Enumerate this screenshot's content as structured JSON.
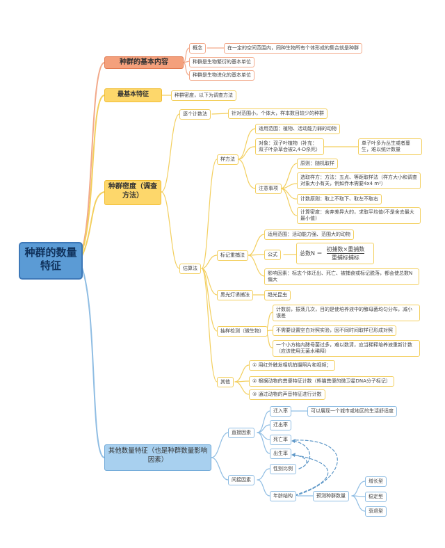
{
  "root": "种群的数量特征",
  "basic": {
    "title": "种群的基本内容",
    "concept_label": "概念",
    "concept_text": "在一定的空间范围内，同种生物所有个体形成的集合就是种群",
    "item2": "种群是生物繁衍的基本单位",
    "item3": "种群是生物进化的基本单位"
  },
  "feature": {
    "title": "最基本特征",
    "text": "种群密度，以下为调查方法"
  },
  "density": {
    "title": "种群密度（调查方法）",
    "count": {
      "label": "逐个计数法",
      "text": "针对范围小，个体大，样本数目较少的种群"
    },
    "estimate": {
      "label": "估算法",
      "quadrat": {
        "label": "样方法",
        "scope": "适用范围：植物、活动能力弱的动物",
        "object": "对象：双子叶植物（补充：双子叶杂草会被2,4-D杀死）",
        "object_note": "单子叶多为丛生或者蔓生，难以统计数量",
        "notes_label": "注意事项",
        "notes": [
          "原则：随机取样",
          "选取样方：方法：五点、等距取样法（样方大小和调查对象大小有关，例如乔木需要4x4 m²）",
          "计数原则：取上不取下、取左不取右",
          "计算密度：舍弃差异大的，求取平均值(不是舍去最大最小值)"
        ]
      },
      "mark": {
        "label": "标记重捕法",
        "scope": "适用范围：活动能力强、范围大的动物",
        "formula_label": "公式",
        "formula_lhs": "总数N ＝",
        "formula_num": "初捕数×重捕数",
        "formula_den": "重捕标捕标",
        "factor": "影响因素：标志个体迁出、死亡、被捕食或标记脱落，都会使总数N偏大"
      },
      "light": {
        "label": "黑光灯诱捕法",
        "text": "趋光昆虫"
      },
      "sampling": {
        "label": "抽样检测（微生物）",
        "items": [
          "计数前，振荡几次，目的是使培养液中的酵母菌均匀分布，减小误差",
          "不需要设置空白对照实验，因不同时间取样已形成对照",
          "一个小方格内酵母菌过多，难以数清，应当稀释培养液重新计数（应该使用无菌水稀释）"
        ]
      },
      "other": {
        "label": "其他",
        "items": [
          "① 用红外触发相机拍摄照片和视频；",
          "② 根据动物的粪便特征计数（熊猫粪便的微卫星DNA分子标记）",
          "③ 通过动物的声音特征进行计数"
        ]
      }
    }
  },
  "others": {
    "title": "其他数量特征（也是种群数量影响因素）",
    "direct": {
      "label": "直接因素",
      "items": [
        "迁入率",
        "迁出率",
        "死亡率",
        "出生率"
      ],
      "immigration_note": "可以展现一个城市或地区的生活舒适度"
    },
    "indirect": {
      "label": "间接因素",
      "sex_ratio": "性别比例",
      "age": "年龄结构",
      "predict": "预测种群数量",
      "types": [
        "增长型",
        "稳定型",
        "衰退型"
      ]
    }
  },
  "colors": {
    "orange": "#f4a07c",
    "yellow": "#fdd76b",
    "blue": "#a8d0ef",
    "root": "#5b9bd5"
  }
}
